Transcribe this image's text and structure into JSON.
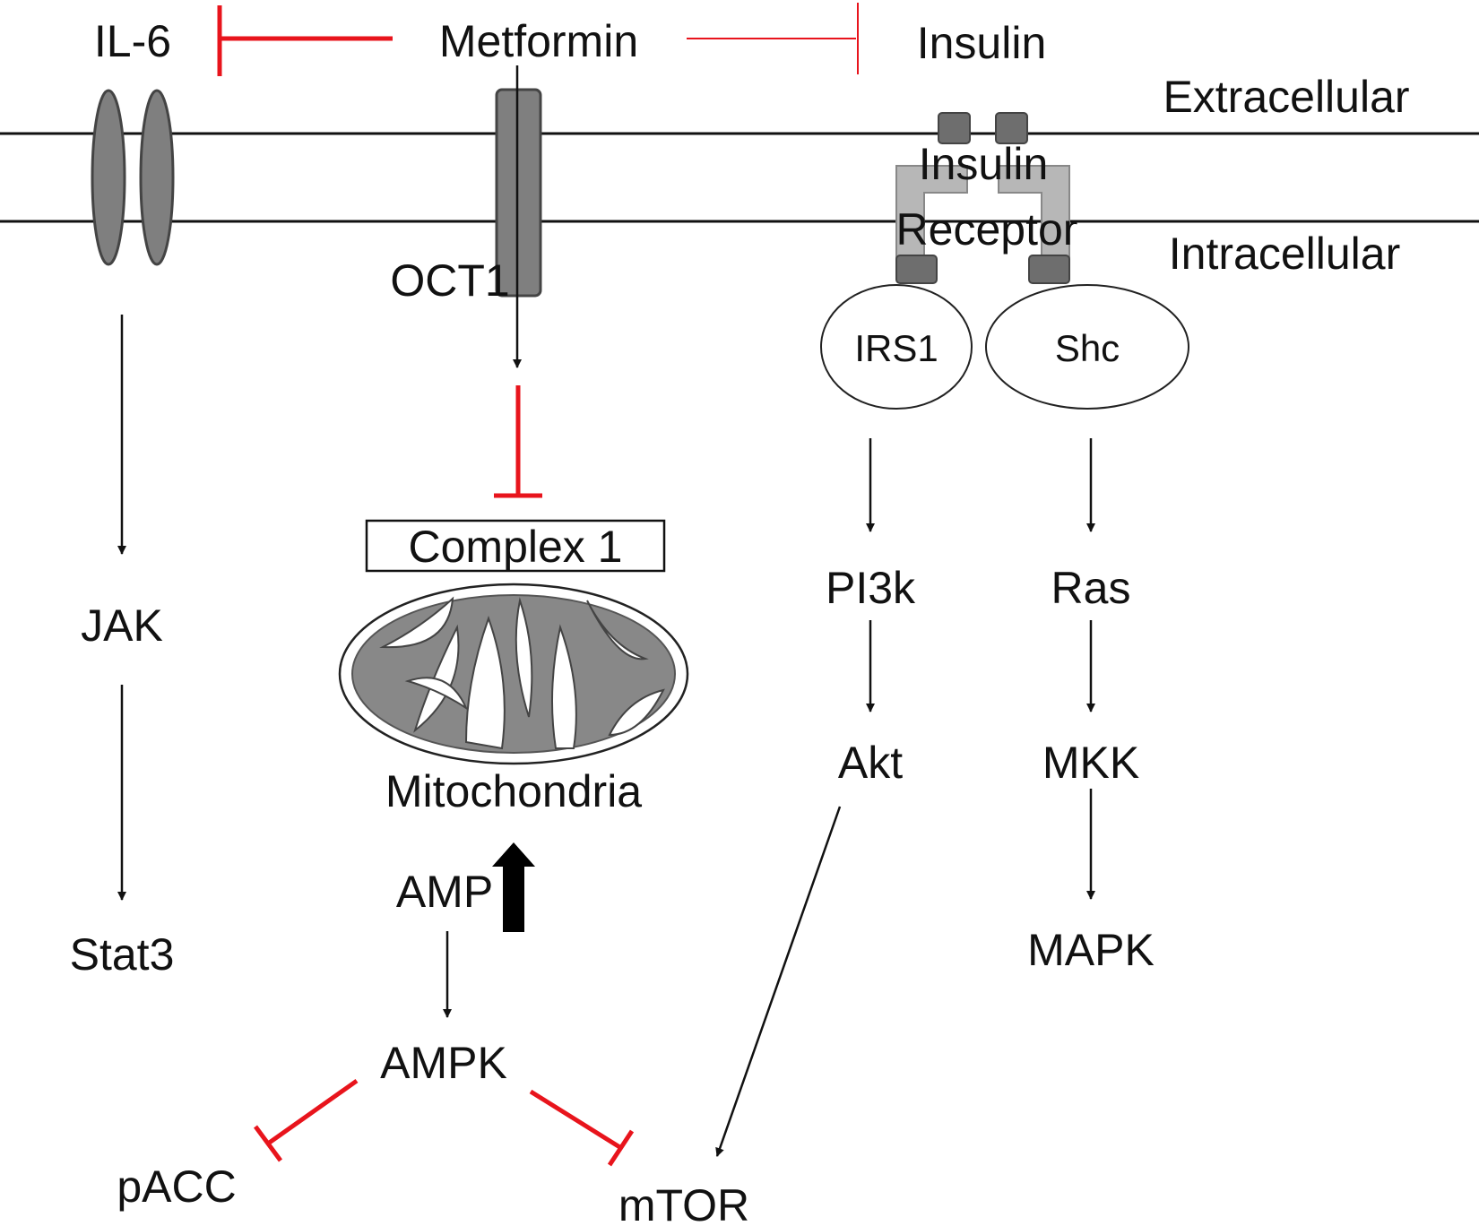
{
  "labels": {
    "il6": "IL-6",
    "metformin": "Metformin",
    "insulin": "Insulin",
    "extracellular": "Extracellular",
    "intracellular": "Intracellular",
    "insulin_receptor_line1": "Insulin",
    "insulin_receptor_line2": "Receptor",
    "oct1": "OCT1",
    "irs1": "IRS1",
    "shc": "Shc",
    "complex1": "Complex 1",
    "mitochondria": "Mitochondria",
    "jak": "JAK",
    "stat3": "Stat3",
    "pi3k": "PI3k",
    "akt": "Akt",
    "ras": "Ras",
    "mkk": "MKK",
    "mapk": "MAPK",
    "amp": "AMP",
    "ampk": "AMPK",
    "pacc": "pACC",
    "mtor": "mTOR"
  },
  "colors": {
    "inhibition": "#e8141c",
    "activation": "#111111",
    "protein_dark": "#7f7f7f",
    "receptor_light": "#b7b7b7",
    "receptor_dark": "#6e6e6e"
  }
}
